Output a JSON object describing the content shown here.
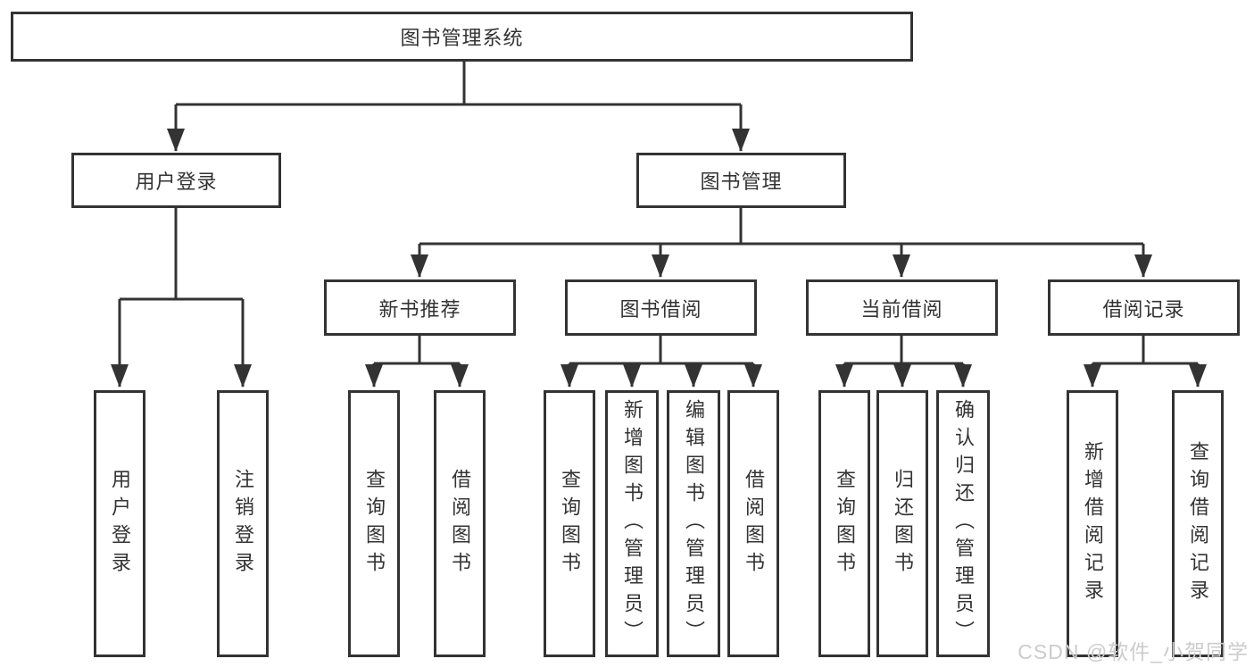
{
  "tree": {
    "root": {
      "label": "图书管理系统"
    },
    "branches": [
      {
        "label": "用户登录",
        "children": [
          {
            "label": "用户登录"
          },
          {
            "label": "注销登录"
          }
        ]
      },
      {
        "label": "图书管理",
        "children": [
          {
            "label": "新书推荐",
            "children": [
              {
                "label": "查询图书"
              },
              {
                "label": "借阅图书"
              }
            ]
          },
          {
            "label": "图书借阅",
            "children": [
              {
                "label": "查询图书"
              },
              {
                "label": "新增图书（管理员）"
              },
              {
                "label": "编辑图书（管理员）"
              },
              {
                "label": "借阅图书"
              }
            ]
          },
          {
            "label": "当前借阅",
            "children": [
              {
                "label": "查询图书"
              },
              {
                "label": "归还图书"
              },
              {
                "label": "确认归还（管理员）"
              }
            ]
          },
          {
            "label": "借阅记录",
            "children": [
              {
                "label": "新增借阅记录"
              },
              {
                "label": "查询借阅记录"
              }
            ]
          }
        ]
      }
    ]
  },
  "watermark": {
    "text": "CSDN @软件_小贺同学"
  },
  "colors": {
    "line": "#333333",
    "text": "#333333",
    "box_background": "#ffffff",
    "watermark": "#cccccc",
    "background": "#ffffff"
  }
}
